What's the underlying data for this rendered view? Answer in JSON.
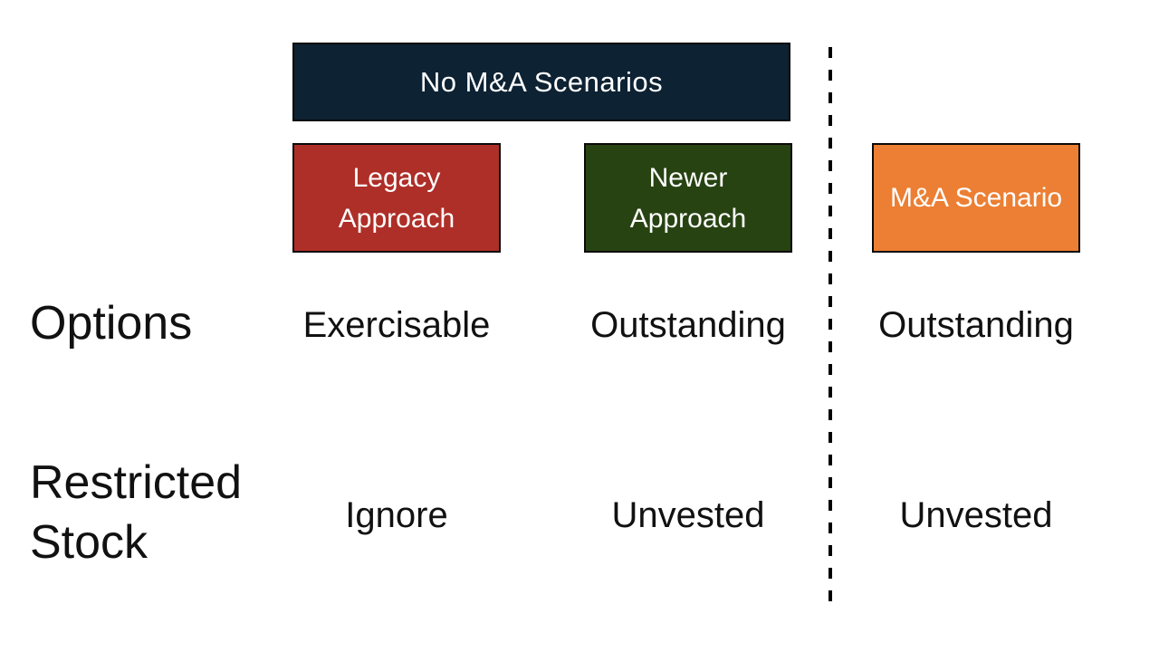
{
  "slide": {
    "header_box": {
      "label": "No M&A Scenarios",
      "bg": "#0d2233"
    },
    "columns": [
      {
        "id": "legacy",
        "label": "Legacy Approach",
        "bg": "#ae2f28"
      },
      {
        "id": "newer",
        "label": "Newer Approach",
        "bg": "#284312"
      },
      {
        "id": "ma",
        "label": "M&A Scenario",
        "bg": "#ec7f33"
      }
    ],
    "rows": [
      {
        "label": "Options",
        "values": [
          "Exercisable",
          "Outstanding",
          "Outstanding"
        ]
      },
      {
        "label": "Restricted Stock",
        "values": [
          "Ignore",
          "Unvested",
          "Unvested"
        ]
      }
    ],
    "divider": {
      "style": "dashed",
      "color": "#000000"
    },
    "colors": {
      "background": "#ffffff",
      "text": "#111111",
      "box_text": "#ffffff",
      "box_border": "#0a0a0a"
    }
  }
}
